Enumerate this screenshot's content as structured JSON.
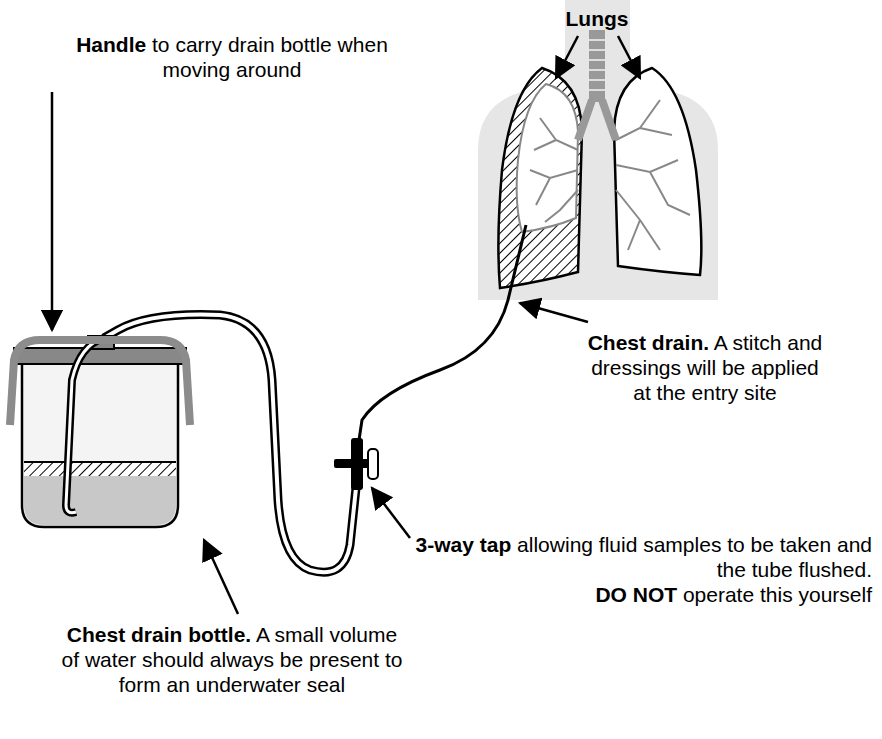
{
  "diagram": {
    "labels": [
      "Lungs",
      "Handle",
      "to carry drain bottle when moving around",
      "Chest drain.",
      "A stitch and dressings will be applied at the entry site",
      "3-way tap",
      "allowing fluid samples to be taken and the tube flushed.",
      "DO NOT",
      "operate this yourself",
      "Chest drain bottle.",
      "A small volume of water should always be present to form an underwater seal"
    ]
  }
}
